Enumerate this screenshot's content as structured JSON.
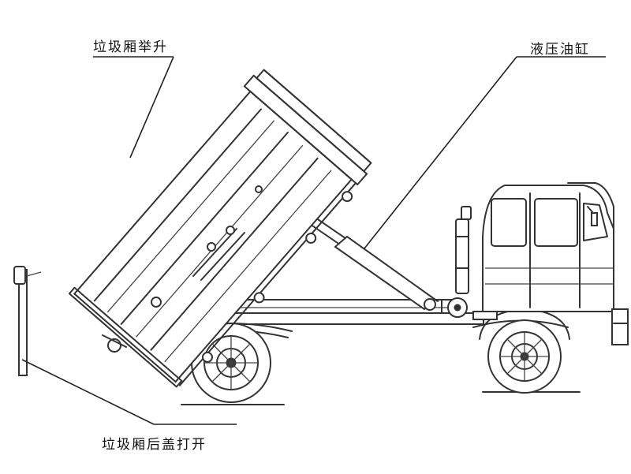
{
  "labels": {
    "box_lift": "垃圾厢举升",
    "hydraulic_cylinder": "液压油缸",
    "rear_door_open": "垃圾厢后盖打开"
  }
}
